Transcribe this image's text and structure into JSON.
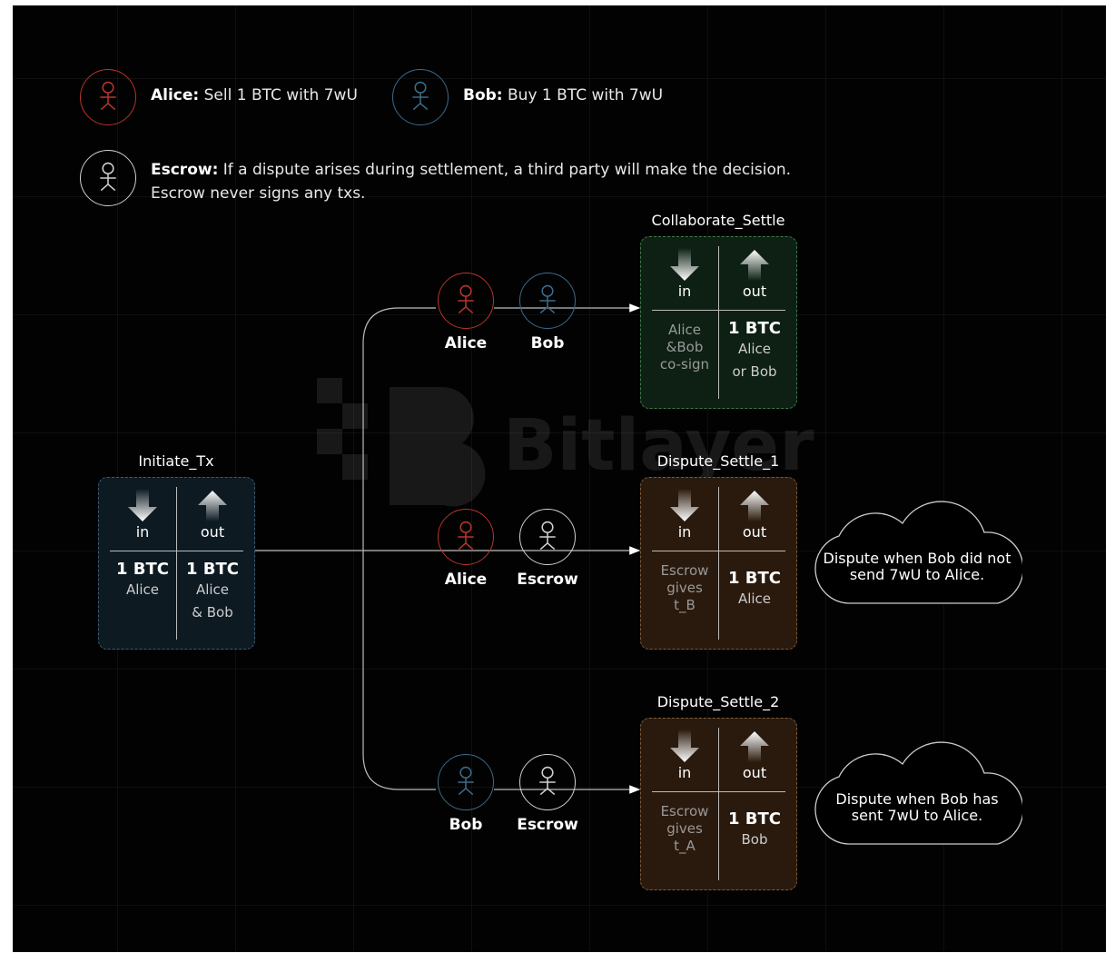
{
  "legend": {
    "alice": {
      "name": "Alice:",
      "desc": "Sell 1 BTC with 7wU",
      "color": "#b8342a"
    },
    "bob": {
      "name": "Bob:",
      "desc": "Buy 1 BTC with 7wU",
      "color": "#3d6a8a"
    },
    "escrow": {
      "name": "Escrow:",
      "desc": "If a dispute arises during settlement, a third party will make the decision.",
      "desc2": "Escrow never signs any txs.",
      "color": "#d0d0d0"
    }
  },
  "watermark": "Bitlayer",
  "nodes": {
    "initiate": {
      "title": "Initiate_Tx",
      "in": "in",
      "out": "out",
      "in_amount": "1 BTC",
      "in_owner": "Alice",
      "out_amount": "1 BTC",
      "out_owner1": "Alice",
      "out_owner2": "& Bob"
    },
    "collab": {
      "title": "Collaborate_Settle",
      "in": "in",
      "out": "out",
      "in_note1": "Alice",
      "in_note2": "&Bob",
      "in_note3": "co-sign",
      "out_amount": "1 BTC",
      "out_owner1": "Alice",
      "out_owner2": "or Bob"
    },
    "dispute1": {
      "title": "Dispute_Settle_1",
      "in": "in",
      "out": "out",
      "in_note1": "Escrow",
      "in_note2": "gives",
      "in_note3": "t_B",
      "out_amount": "1 BTC",
      "out_owner1": "Alice"
    },
    "dispute2": {
      "title": "Dispute_Settle_2",
      "in": "in",
      "out": "out",
      "in_note1": "Escrow",
      "in_note2": "gives",
      "in_note3": "t_A",
      "out_amount": "1 BTC",
      "out_owner1": "Bob"
    }
  },
  "paths": {
    "collab": {
      "signer1": "Alice",
      "signer2": "Bob"
    },
    "dispute1": {
      "signer1": "Alice",
      "signer2": "Escrow"
    },
    "dispute2": {
      "signer1": "Bob",
      "signer2": "Escrow"
    }
  },
  "clouds": {
    "dispute1": {
      "line1": "Dispute when Bob did not",
      "line2": "send 7wU to Alice."
    },
    "dispute2": {
      "line1": "Dispute when Bob has",
      "line2": "sent 7wU to Alice."
    }
  }
}
